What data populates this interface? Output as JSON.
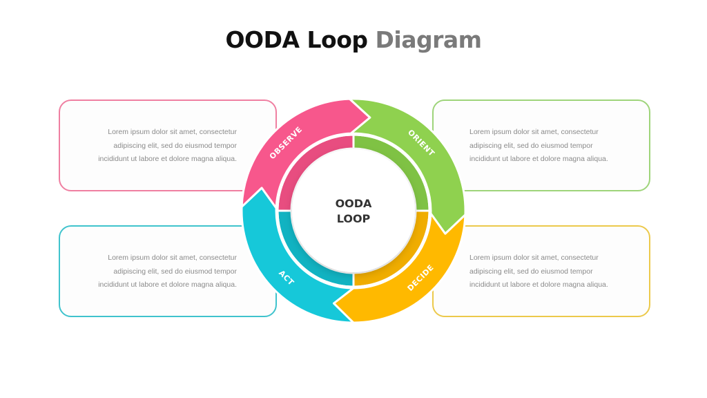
{
  "title": {
    "part1": "OODA Loop",
    "part2": "Diagram"
  },
  "center": {
    "line1": "OODA",
    "line2": "LOOP"
  },
  "stages": {
    "observe": {
      "label": "OBSERVE",
      "color": "#f7578c",
      "inner_color": "#e84d80"
    },
    "orient": {
      "label": "ORIENT",
      "color": "#8fd14f",
      "inner_color": "#7fc244"
    },
    "decide": {
      "label": "DECIDE",
      "color": "#ffb900",
      "inner_color": "#f0ad00"
    },
    "act": {
      "label": "ACT",
      "color": "#16c8d9",
      "inner_color": "#11b3c2"
    }
  },
  "boxes": {
    "observe": "Lorem ipsum dolor sit amet,  consectetur\nadipiscing elit, sed do eiusmod tempor\nincididunt ut labore et dolore magna  aliqua.",
    "orient": "Lorem ipsum dolor sit amet,  consectetur\nadipiscing elit, sed do eiusmod tempor\nincididunt ut labore et dolore magna  aliqua.",
    "act": "Lorem ipsum dolor sit amet,  consectetur\nadipiscing elit, sed do eiusmod tempor\nincididunt ut labore et dolore magna  aliqua.",
    "decide": "Lorem ipsum dolor sit amet,  consectetur\nadipiscing elit, sed do eiusmod tempor\nincididunt ut labore et dolore magna  aliqua."
  }
}
